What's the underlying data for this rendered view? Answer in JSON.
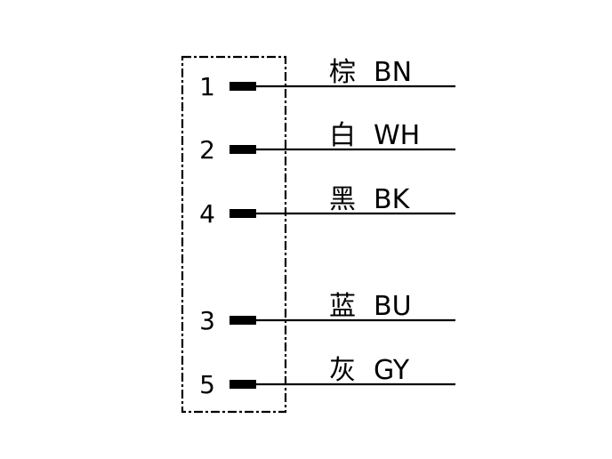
{
  "colors": {
    "line": "#000000",
    "background": "#ffffff"
  },
  "pins": [
    {
      "number": "1",
      "color_cn": "棕",
      "color_code": "BN"
    },
    {
      "number": "2",
      "color_cn": "白",
      "color_code": "WH"
    },
    {
      "number": "4",
      "color_cn": "黑",
      "color_code": "BK"
    },
    {
      "number": "3",
      "color_cn": "蓝",
      "color_code": "BU"
    },
    {
      "number": "5",
      "color_cn": "灰",
      "color_code": "GY"
    }
  ]
}
